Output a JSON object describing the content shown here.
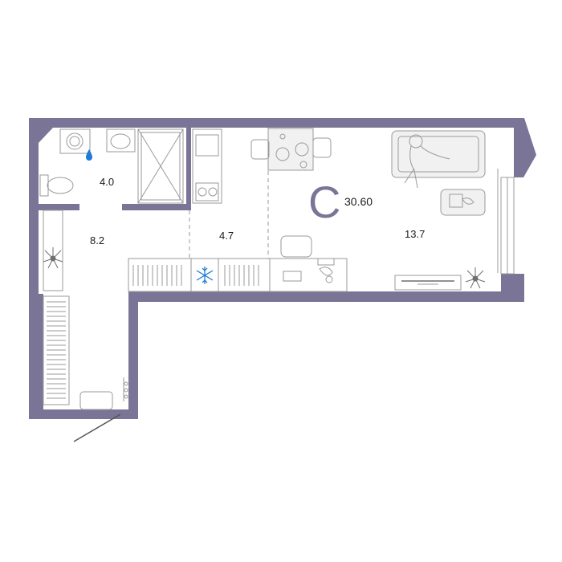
{
  "apartment": {
    "type_letter": "С",
    "total_area": "30.60",
    "wall_color": "#7a7596",
    "water_drop_color": "#1e7bd6"
  },
  "rooms": {
    "bathroom_area": "4.0",
    "hallway_area": "8.2",
    "kitchen_area": "4.7",
    "living_area": "13.7"
  },
  "icons": {
    "fridge": "snowflake-icon",
    "water": "water-drop-icon",
    "plants": "plant-icon"
  }
}
